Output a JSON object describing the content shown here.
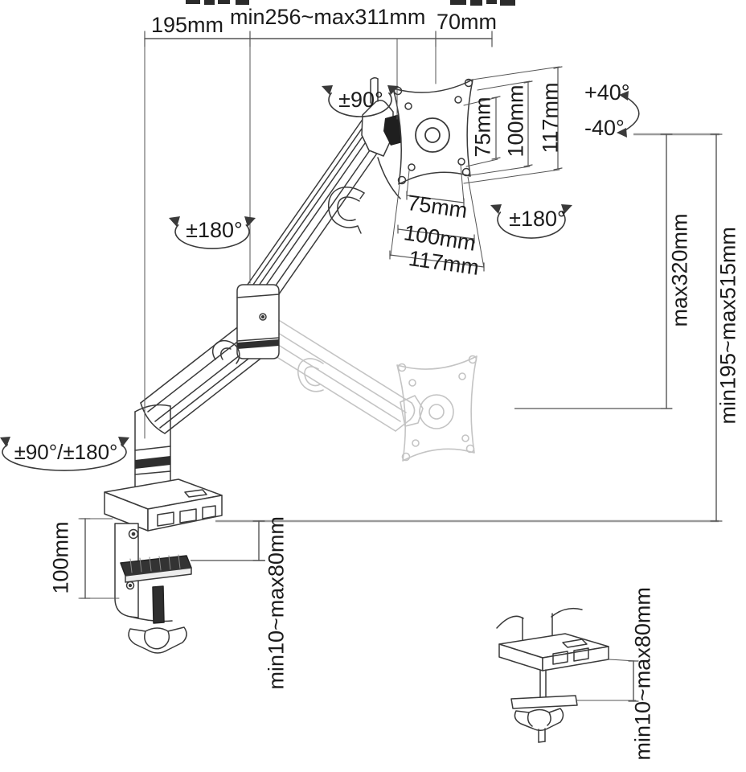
{
  "document": {
    "type": "Desk-mount monitor arm dimension drawing",
    "background": "#ffffff"
  },
  "colors": {
    "ink": "#3a3a3a",
    "faded_arm": "#c4c4c4",
    "desk_line": "#9b9b9b",
    "dim_line": "#555555",
    "joint_fill": "#1f1f1f",
    "text": "#1b1b1b"
  },
  "dimensions": {
    "top_reach_left": "195mm",
    "top_reach_range": "min256~max311mm",
    "top_head_offset": "70mm",
    "vesa_vertical": {
      "inner": "75mm",
      "middle": "100mm",
      "outer": "117mm"
    },
    "vesa_horizontal": {
      "inner": "75mm",
      "middle": "100mm",
      "outer": "117mm"
    },
    "lift_height_max": "max320mm",
    "overall_height_range": "min195~max515mm",
    "clamp_body_height": "100mm",
    "clamp_desk_thickness": "min10~max80mm",
    "grommet_desk_thickness": "min10~max80mm"
  },
  "rotations": {
    "vesa_swivel": "±90°",
    "tilt_up": "+40°",
    "tilt_down": "-40°",
    "elbow_swivel": "±180°",
    "head_swivel": "±180°",
    "base_swivel": "±90°/±180°"
  }
}
